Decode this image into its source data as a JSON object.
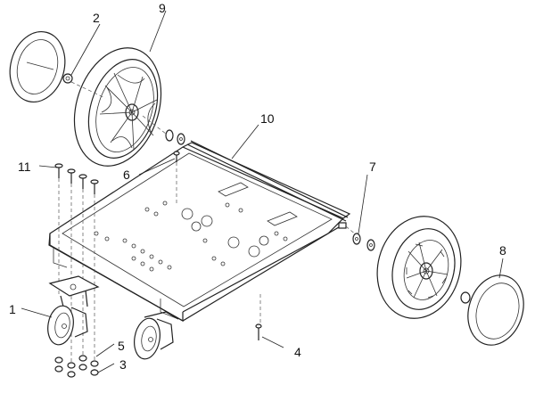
{
  "callouts": {
    "c1": "1",
    "c2": "2",
    "c3": "3",
    "c4": "4",
    "c5": "5",
    "c6": "6",
    "c7": "7",
    "c8": "8",
    "c9": "9",
    "c10": "10",
    "c11": "11"
  },
  "colors": {
    "line": "#222222",
    "background": "#ffffff"
  }
}
